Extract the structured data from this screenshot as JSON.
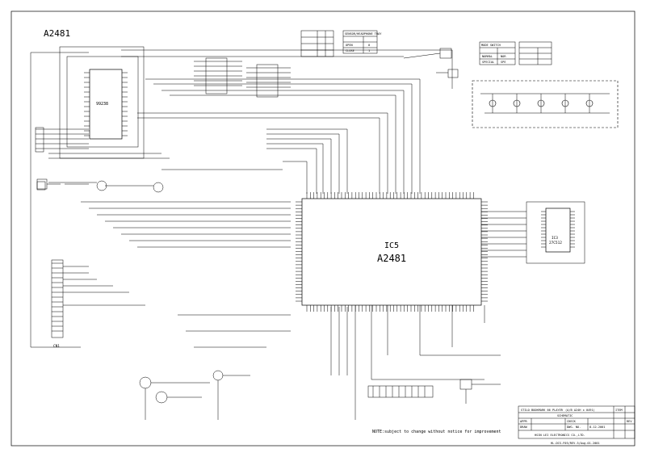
{
  "sheet_title": "A2481",
  "main_chip": {
    "ref": "IC5",
    "part": "A2481"
  },
  "rom_chip": {
    "ref": "IC3",
    "part": "27C512"
  },
  "aux_chip": {
    "part": "99238"
  },
  "connector_label": "CN1",
  "footer_note": "NOTE:subject to change without notice for improvement",
  "drawing_number": "HL-DCS-F05/REV.5/Aug.01.2001",
  "title_block": {
    "product": "STILO BOOKMARK 66 PLAYER",
    "model": "(A/B A24H x 0491)",
    "sheet_type": "SCHEMATIC",
    "company": "HSIN LEI ELECTRONICS CO.,LTD.",
    "date": "8-12-2001",
    "labels": [
      "APPR",
      "CHECK",
      "DRAW",
      "DWG. NO.",
      "ITEM",
      "REV"
    ]
  },
  "mode_table_left": {
    "header": "SENSOR/HEADPHONE TRAY",
    "rows": [
      [
        "OPEN",
        "0"
      ],
      [
        "CLOSE",
        "1"
      ]
    ]
  },
  "mode_table_right": {
    "header": "MODE SWITCH",
    "rows": [
      [
        "NORMAL",
        "NOR"
      ],
      [
        "SPECIAL",
        "SPE"
      ]
    ]
  }
}
